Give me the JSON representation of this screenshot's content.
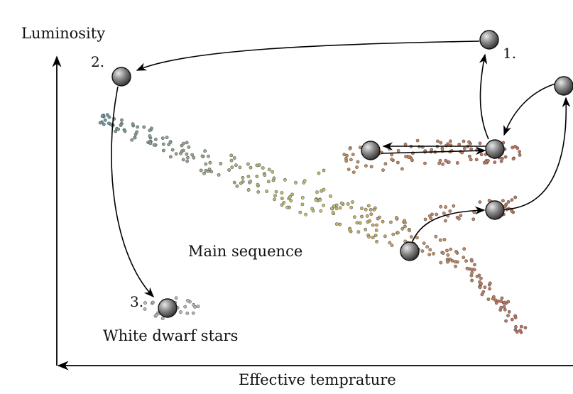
{
  "diagram": {
    "y_axis_label": "Luminosity",
    "x_axis_label": "Effective temprature",
    "region_labels": {
      "main_sequence": "Main sequence",
      "white_dwarfs": "White dwarf stars"
    },
    "step_labels": [
      "1.",
      "2.",
      "3."
    ]
  },
  "colors": {
    "hot": "#6f9aa0",
    "mid": "#c9c46a",
    "cool": "#c46a5a",
    "white_dwarf": "#b9b9b9",
    "star_sphere": "#777777"
  }
}
